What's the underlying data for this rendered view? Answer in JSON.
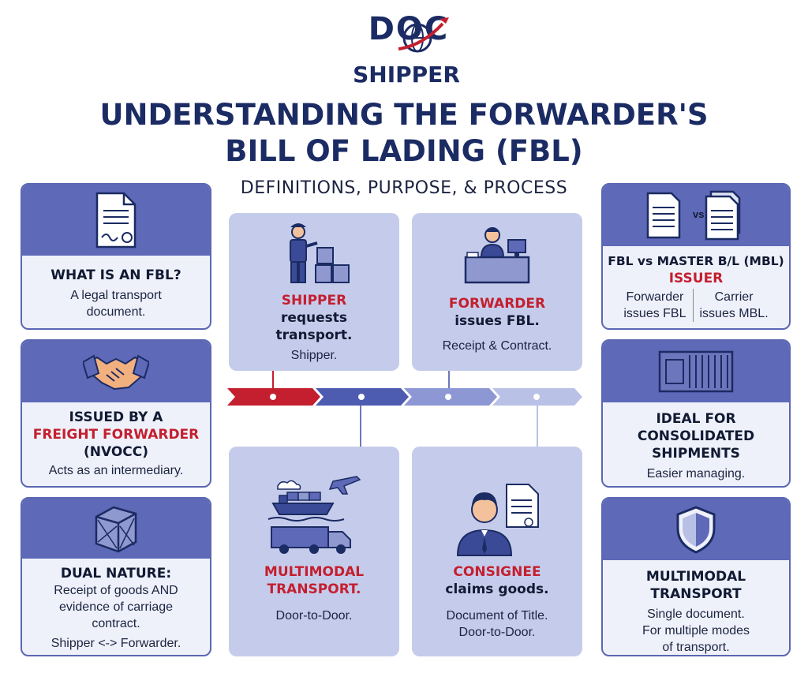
{
  "logo": {
    "line1": "DOC",
    "line2": "SHIPPER"
  },
  "title": {
    "line1": "UNDERSTANDING THE FORWARDER'S",
    "line2": "BILL OF LADING (FBL)",
    "subtitle": "DEFINITIONS, PURPOSE, & PROCESS"
  },
  "left_cards": [
    {
      "icon": "document-seal-icon",
      "heading": "WHAT IS AN FBL?",
      "text": [
        "A legal transport",
        "document."
      ]
    },
    {
      "icon": "handshake-icon",
      "heading": "ISSUED BY A",
      "highlight": "FREIGHT FORWARDER",
      "heading2": "(NVOCC)",
      "text": [
        "Acts as an intermediary."
      ]
    },
    {
      "icon": "crate-icon",
      "heading": "DUAL NATURE:",
      "text": [
        "Receipt of goods AND",
        "evidence of carriage",
        "contract."
      ],
      "extra": "Shipper <-> Forwarder."
    }
  ],
  "right_cards": [
    {
      "icon": "documents-compare-icon",
      "icon_label": "vs",
      "heading": "FBL vs MASTER B/L (MBL)",
      "highlight": "ISSUER",
      "col_left": [
        "Forwarder",
        "issues FBL"
      ],
      "col_right": [
        "Carrier",
        "issues MBL."
      ]
    },
    {
      "icon": "container-icon",
      "heading_lines": [
        "IDEAL FOR",
        "CONSOLIDATED",
        "SHIPMENTS"
      ],
      "text": [
        "Easier managing."
      ]
    },
    {
      "icon": "shield-icon",
      "heading_lines": [
        "MULTIMODAL",
        "TRANSPORT"
      ],
      "text": [
        "Single document.",
        "For multiple modes",
        "of transport."
      ]
    }
  ],
  "process": [
    {
      "icon": "worker-boxes-icon",
      "highlight": "SHIPPER",
      "bold": [
        "requests",
        "transport."
      ],
      "text": [
        "Shipper."
      ]
    },
    {
      "icon": "office-desk-icon",
      "highlight": "FORWARDER",
      "bold": [
        "issues FBL."
      ],
      "text": [
        "Receipt & Contract."
      ]
    },
    {
      "icon": "ship-truck-plane-icon",
      "highlight_lines": [
        "MULTIMODAL",
        "TRANSPORT."
      ],
      "bold": [],
      "text": [
        "Door-to-Door."
      ]
    },
    {
      "icon": "consignee-document-icon",
      "highlight": "CONSIGNEE",
      "bold": [
        "claims goods."
      ],
      "text": [
        "Document of Title.",
        "Door-to-Door."
      ]
    }
  ],
  "colors": {
    "navy": "#1b2b63",
    "red": "#c41f2f",
    "card_header": "#5e69b7",
    "panel": "#c5cceb",
    "arrow1": "#c41f2f",
    "arrow2": "#4d5bb0",
    "arrow3": "#8c97d4",
    "arrow4": "#b9c1e6"
  }
}
